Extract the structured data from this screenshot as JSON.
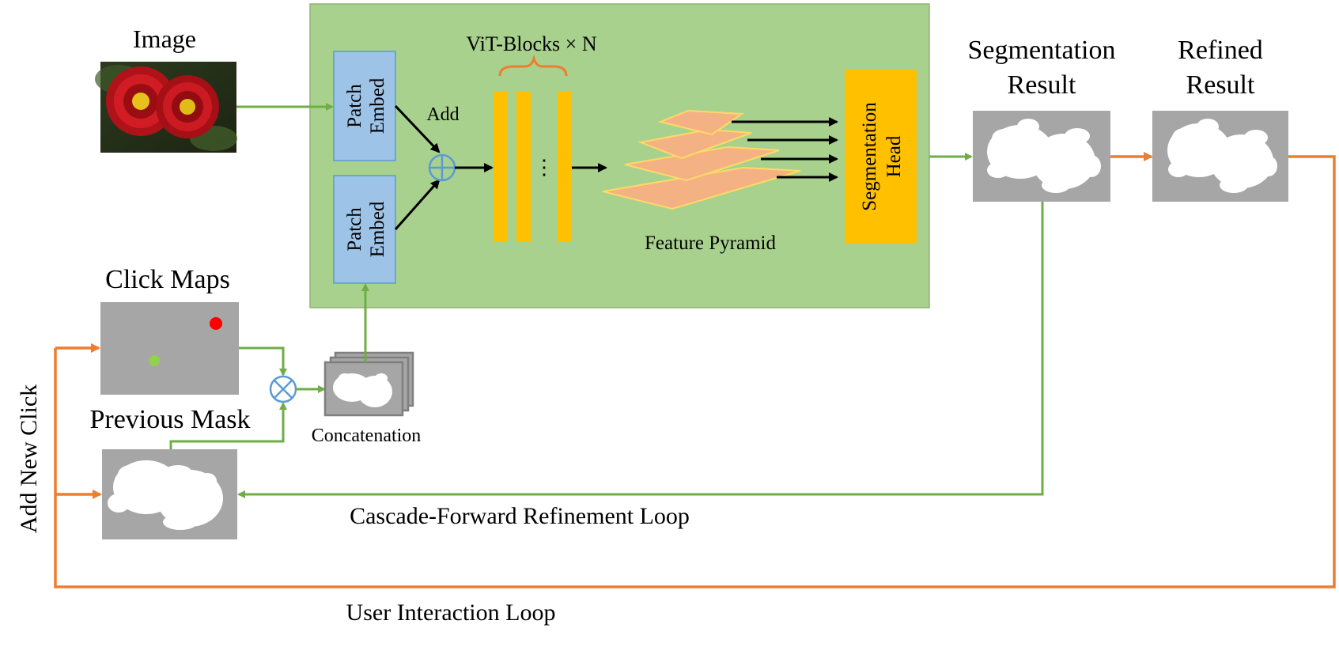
{
  "labels": {
    "image": "Image",
    "click_maps": "Click Maps",
    "previous_mask": "Previous Mask",
    "concatenation": "Concatenation",
    "patch_embed_line1": "Patch",
    "patch_embed_line2": "Embed",
    "add": "Add",
    "vit_blocks": "ViT-Blocks × N",
    "vit_dots": "⋮",
    "feature_pyramid": "Feature Pyramid",
    "seg_head_line1": "Segmentation",
    "seg_head_line2": "Head",
    "seg_result_line1": "Segmentation",
    "seg_result_line2": "Result",
    "refined_line1": "Refined",
    "refined_line2": "Result",
    "cascade_loop": "Cascade-Forward Refinement Loop",
    "user_loop": "User Interaction Loop",
    "add_new_click": "Add New Click"
  },
  "icons": {
    "add_symbol": "⊕",
    "multiply_symbol": "⊗"
  },
  "colors": {
    "encoder_bg": "#a9d18e",
    "encoder_border": "#8fb374",
    "patch_embed_fill": "#9dc3e6",
    "patch_embed_border": "#5b9bd5",
    "vit_block": "#ffc000",
    "pyramid_fill": "#f4b183",
    "pyramid_border": "#ffd966",
    "seg_head": "#ffc000",
    "green_arrow": "#70ad47",
    "orange_arrow": "#ed7d31",
    "mask_bg": "#a6a6a6",
    "click_positive": "#92d050",
    "click_negative": "#ff0000",
    "operator_circle": "#5b9bd5"
  }
}
